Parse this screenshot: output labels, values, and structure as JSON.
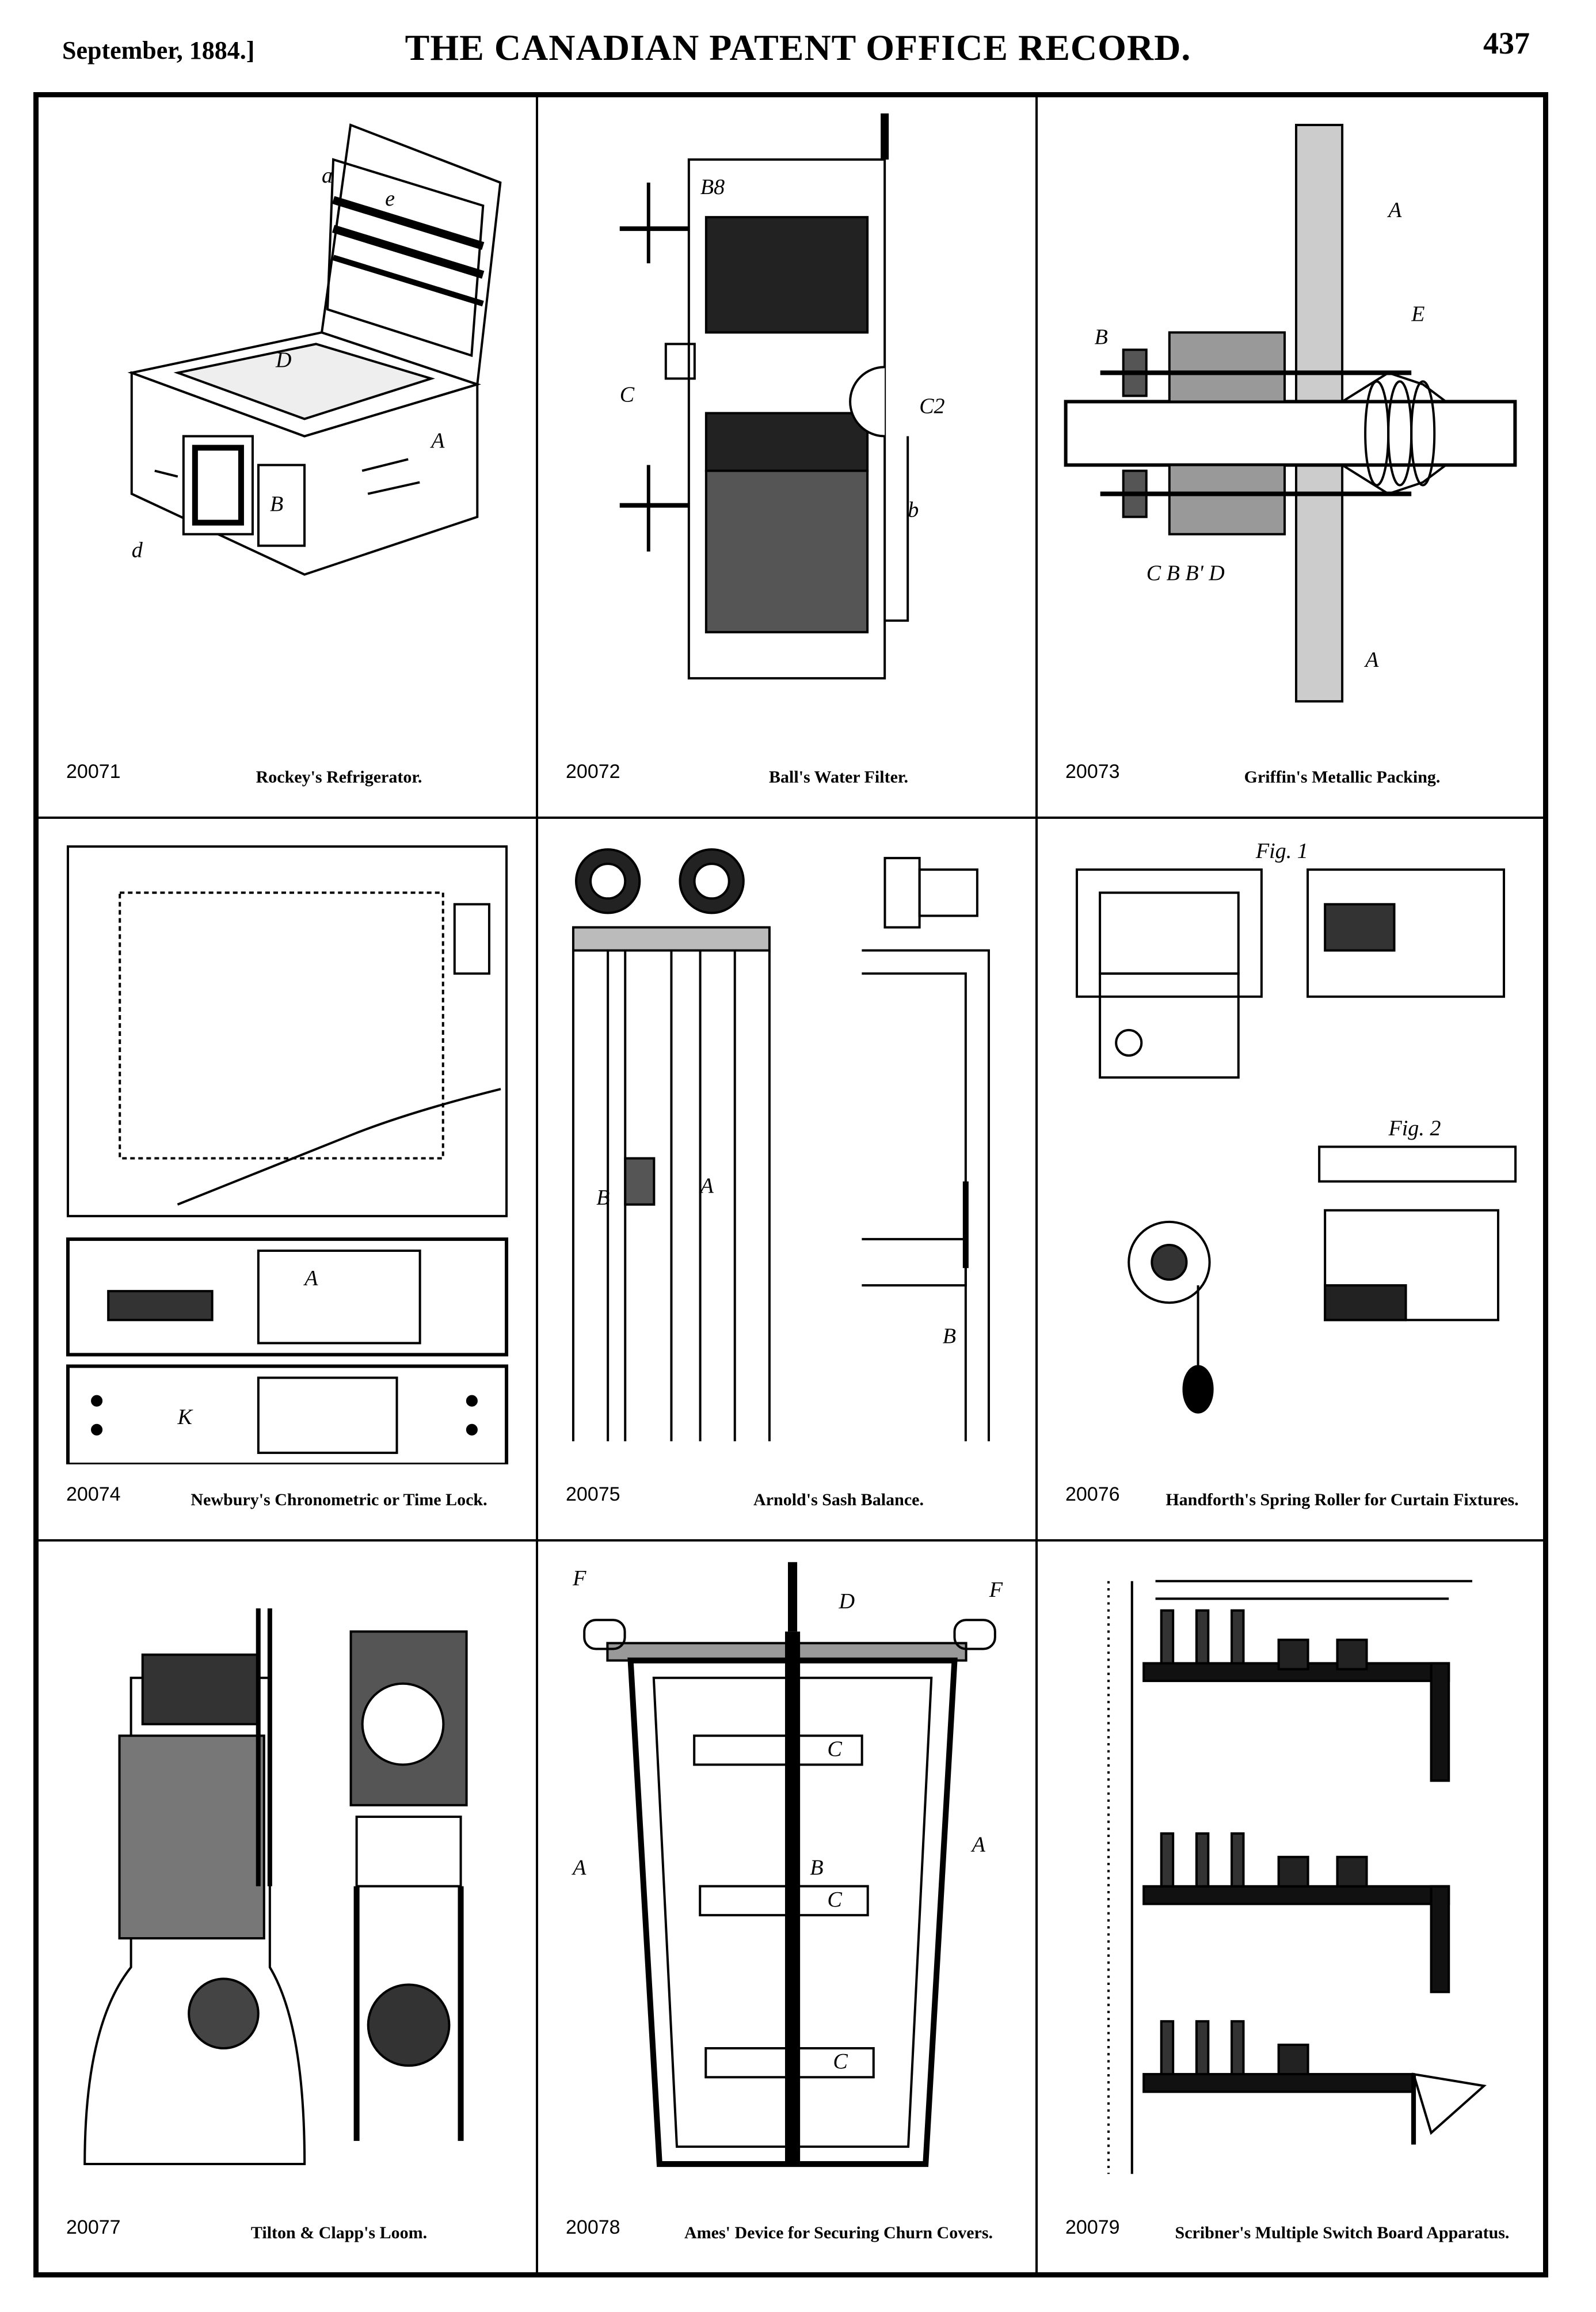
{
  "header": {
    "date": "September, 1884.]",
    "title": "THE CANADIAN PATENT OFFICE RECORD.",
    "page": "437"
  },
  "figures": [
    {
      "number": "20071",
      "caption": "Rockey's Refrigerator.",
      "icon": "refrigerator-drawing"
    },
    {
      "number": "20072",
      "caption": "Ball's Water Filter.",
      "icon": "water-filter-drawing"
    },
    {
      "number": "20073",
      "caption": "Griffin's Metallic Packing.",
      "icon": "metallic-packing-drawing"
    },
    {
      "number": "20074",
      "caption": "Newbury's Chronometric or Time Lock.",
      "icon": "time-lock-drawing"
    },
    {
      "number": "20075",
      "caption": "Arnold's Sash Balance.",
      "icon": "sash-balance-drawing"
    },
    {
      "number": "20076",
      "caption": "Handforth's Spring Roller for Curtain Fixtures.",
      "icon": "spring-roller-drawing"
    },
    {
      "number": "20077",
      "caption": "Tilton & Clapp's Loom.",
      "icon": "loom-drawing"
    },
    {
      "number": "20078",
      "caption": "Ames' Device for Securing Churn Covers.",
      "icon": "churn-cover-drawing"
    },
    {
      "number": "20079",
      "caption": "Scribner's Multiple Switch Board Apparatus.",
      "icon": "switch-board-drawing"
    }
  ]
}
